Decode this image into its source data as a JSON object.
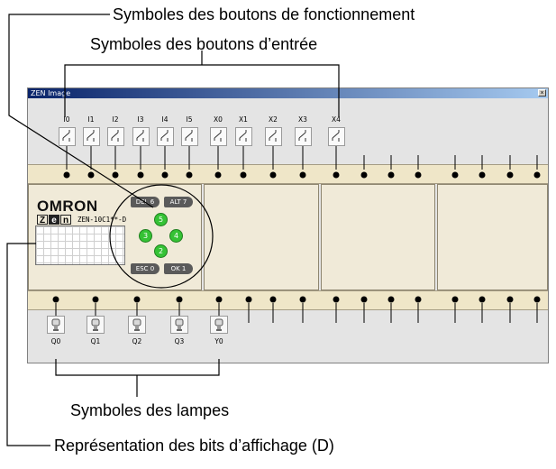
{
  "callouts": {
    "function_buttons": "Symboles des boutons de fonctionnement",
    "input_buttons": "Symboles des boutons d’entrée",
    "lamps": "Symboles des lampes",
    "display_bits": "Représentation des bits d’affichage (D)"
  },
  "window": {
    "title": "ZEN Image",
    "close_glyph": "×"
  },
  "inputs": [
    "I0",
    "I1",
    "I2",
    "I3",
    "I4",
    "I5",
    "X0",
    "X1",
    "X2",
    "X3",
    "X4"
  ],
  "device": {
    "brand": "OMRON",
    "logo_letters": [
      "Z",
      "e",
      "n"
    ],
    "model": "ZEN-10C1**-D"
  },
  "function_buttons": {
    "del": "DEL 6",
    "alt": "ALT 7",
    "esc": "ESC 0",
    "ok": "OK 1",
    "up": "5",
    "left": "3",
    "right": "4",
    "down": "2"
  },
  "outputs": [
    "Q0",
    "Q1",
    "Q2",
    "Q3",
    "Y0"
  ],
  "colors": {
    "terminal_band": "#efe6c8",
    "button_green": "#35c235",
    "button_gray": "#5a5a5a",
    "titlebar": "#0a246a"
  }
}
